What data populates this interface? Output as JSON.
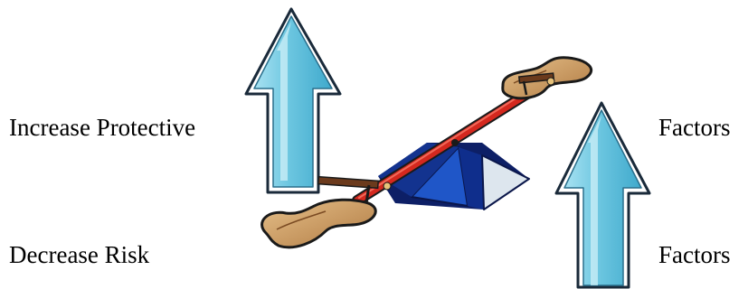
{
  "labels": {
    "increase_protective": "Increase Protective",
    "factors_top": "Factors",
    "decrease_risk": "Decrease Risk",
    "factors_bottom": "Factors"
  },
  "colors": {
    "arrow_fill": "#7fd0e6",
    "arrow_light": "#bfe9f4",
    "arrow_dark": "#3aa6c9",
    "arrow_outline": "#1a2a3a",
    "seesaw_board": "#d4281e",
    "base_blue": "#1f56c8",
    "base_dark": "#0d1f66",
    "base_white": "#dde6ee",
    "seat_tan": "#c9975e",
    "handle_brown": "#6b3a1c"
  },
  "icons": {
    "left_arrow": "up-arrow-icon",
    "right_arrow": "up-arrow-icon",
    "seesaw": "seesaw-icon"
  }
}
